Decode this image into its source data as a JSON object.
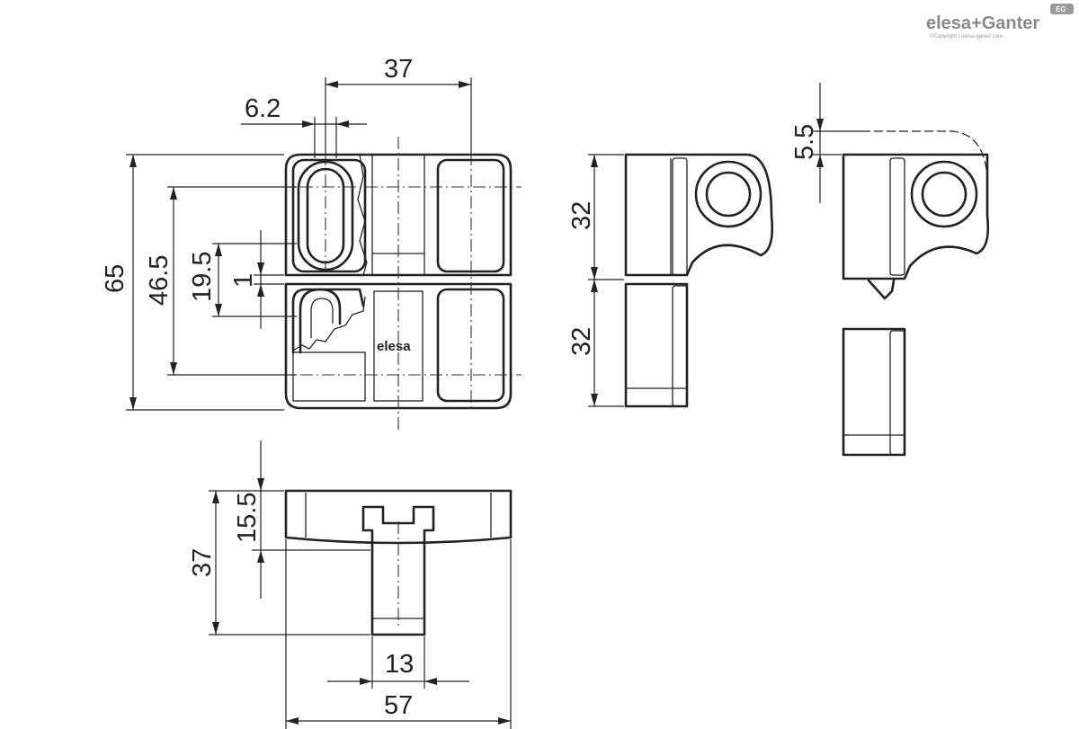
{
  "brand": {
    "name_left": "elesa",
    "plus": "+",
    "name_right": "Ganter",
    "badge": "EG",
    "copyright": "©Copyright | elesa-ganter.com"
  },
  "part_logo": "elesa",
  "dimensions": {
    "top_width": "37",
    "slot_width": "6.2",
    "overall_height": "65",
    "hole_spacing": "46.5",
    "slot_length": "19.5",
    "gap": "1",
    "leaf_height_upper": "32",
    "leaf_height_lower": "32",
    "offset": "5.5",
    "knuckle_height": "15.5",
    "overall_depth": "37",
    "knuckle_width": "13",
    "overall_width": "57"
  }
}
